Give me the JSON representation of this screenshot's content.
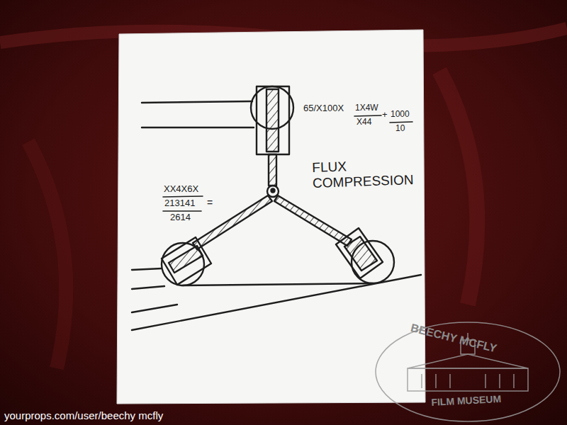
{
  "diagram": {
    "labels": [
      "65/X100X",
      "1X4W",
      "X44",
      "+",
      "1000",
      "10",
      "XX4X6X",
      "213141",
      "2614",
      "=",
      "FLUX COMPRESSION",
      "BEECHY MCFLY",
      "FILM MUSEUM",
      "yourprops.com/user/beechy mcfly"
    ]
  }
}
